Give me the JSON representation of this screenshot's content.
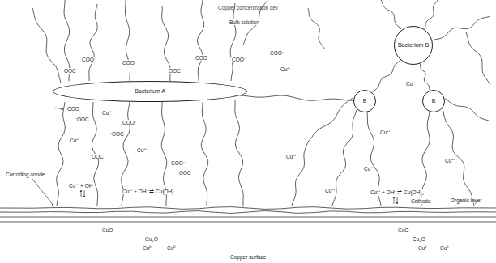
{
  "diagram": {
    "title": "Copper concentration cell",
    "nodes": [
      {
        "text": [
          "Bacterium A"
        ]
      },
      {
        "text": [
          "Bacterium B"
        ]
      },
      {
        "text": [
          "B"
        ]
      },
      {
        "text": [
          "B"
        ]
      }
    ],
    "edges": [
      {
        "from": 0,
        "to": 2,
        "arrow": "none"
      },
      {
        "from": 1,
        "to": 2,
        "arrow": "none"
      },
      {
        "from": 1,
        "to": 3,
        "arrow": "none"
      }
    ],
    "labels": [
      "Bulk solution",
      "COO⁻",
      "⁻OOC",
      "COO⁻",
      "⁻OOC",
      "COO⁻",
      "COO⁻",
      "COO⁻",
      "COO⁻",
      "⁻OOC",
      "Cu⁺⁺",
      "COO⁻",
      "Cu⁺⁺",
      "⁻OOC",
      "Cu⁺⁺",
      "⁻OOC",
      "COO⁻",
      "⁻OOC",
      "Cu⁺⁺ + OH⁻",
      "Cu⁺⁺ + OH⁻ ⇌ Cu(OH)",
      "Corroding anode",
      "Cu⁺⁺",
      "Cu⁺⁺",
      "Cu⁺⁺",
      "Cu⁺⁺",
      "Cu⁺⁺",
      "Cu⁺⁺",
      "Cu⁺⁺",
      "Cu⁺⁺ + OH⁻ ⇌ Cu(OH)₂",
      "Cathode",
      "Organic layer",
      "CuO",
      "CuO",
      "Cu₂O",
      "Cu₂O",
      "Cu⁰",
      "Cu⁰",
      "Cu⁰",
      "Cu⁰",
      "Copper surface"
    ]
  }
}
